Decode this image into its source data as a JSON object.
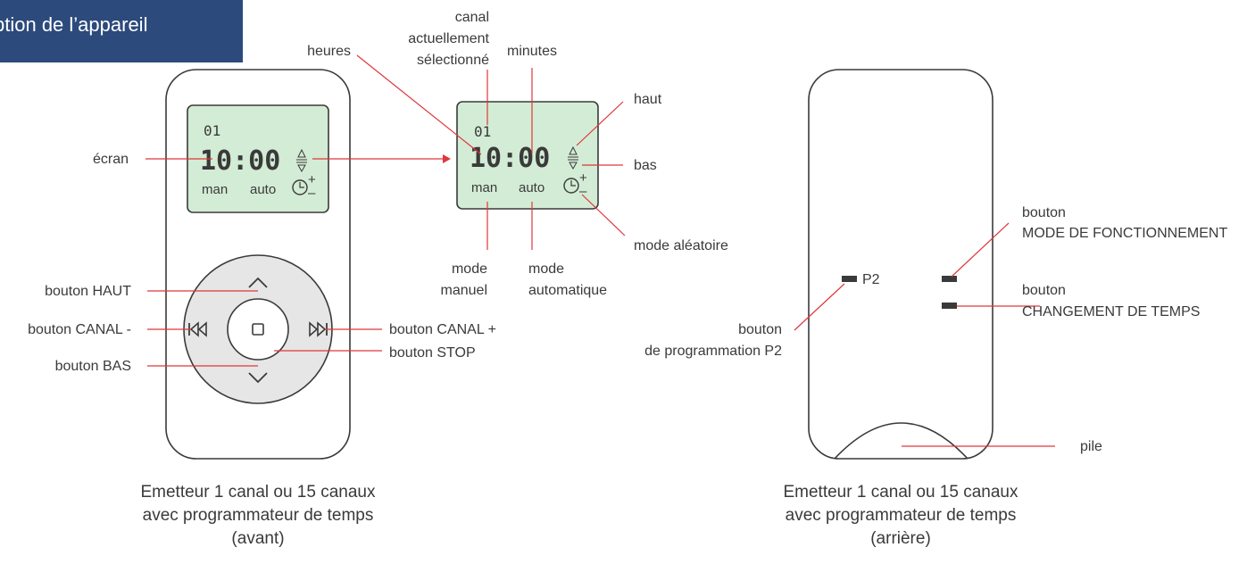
{
  "title": "ption de l’appareil",
  "lcd": {
    "channel": "01",
    "time": "10:00",
    "man": "man",
    "auto": "auto",
    "plus": "+",
    "minus": "–"
  },
  "front_labels": {
    "ecran": "écran",
    "bouton_haut": "bouton HAUT",
    "bouton_canal_minus": "bouton CANAL -",
    "bouton_bas": "bouton BAS",
    "bouton_canal_plus": "bouton CANAL +",
    "bouton_stop": "bouton STOP"
  },
  "display_labels": {
    "heures": "heures",
    "canal_line1": "canal",
    "canal_line2": "actuellement",
    "canal_line3": "sélectionné",
    "minutes": "minutes",
    "haut": "haut",
    "bas": "bas",
    "mode_aleatoire": "mode aléatoire",
    "mode_manuel_line1": "mode",
    "mode_manuel_line2": "manuel",
    "mode_auto_line1": "mode",
    "mode_auto_line2": "automatique"
  },
  "back_labels": {
    "p2": "P2",
    "prog_line1": "bouton",
    "prog_line2": "de programmation P2",
    "mode_fonct_line1": "bouton",
    "mode_fonct_line2": "MODE DE FONCTIONNEMENT",
    "chg_temps_line1": "bouton",
    "chg_temps_line2": "CHANGEMENT DE TEMPS",
    "pile": "pile"
  },
  "captions": {
    "front": [
      "Emetteur 1 canal ou 15 canaux",
      "avec programmateur de temps",
      "(avant)"
    ],
    "back": [
      "Emetteur 1 canal ou 15 canaux",
      "avec programmateur de temps",
      "(arrière)"
    ]
  },
  "colors": {
    "banner": "#2c4a7c",
    "lcd": "#d3ecd5",
    "leader": "#e0373b",
    "dpad": "#e6e6e6"
  }
}
